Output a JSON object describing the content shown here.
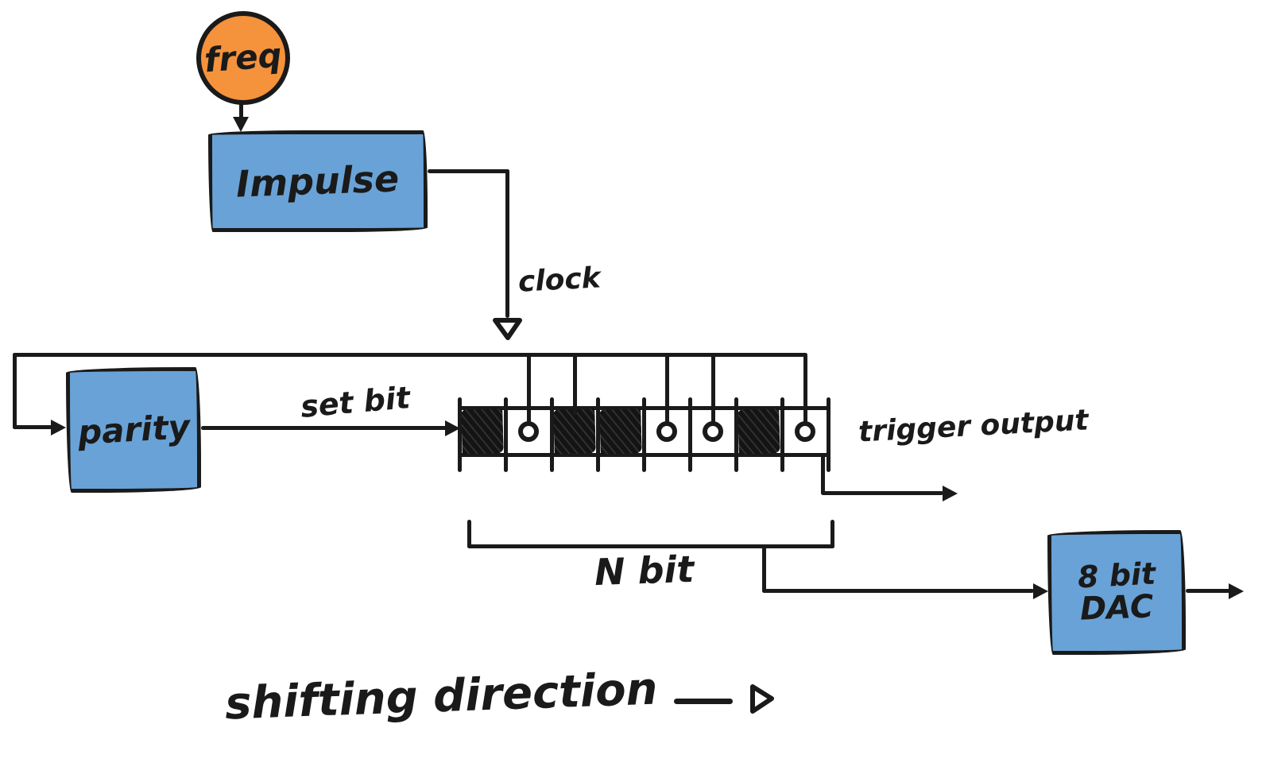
{
  "diagram": {
    "colors": {
      "ink": "#1a1a1a",
      "block_blue": "#69a2d6",
      "block_orange": "#f5923c"
    },
    "nodes": {
      "freq": {
        "label": "freq",
        "fill": "#f5923c"
      },
      "impulse": {
        "label": "Impulse",
        "fill": "#69a2d6"
      },
      "parity": {
        "label": "parity",
        "fill": "#69a2d6"
      },
      "dac": {
        "label_line1": "8 bit",
        "label_line2": "DAC",
        "fill": "#69a2d6"
      }
    },
    "labels": {
      "clock": "clock",
      "set_bit": "set bit",
      "trigger_output": "trigger output",
      "n_bit": "N bit",
      "shifting_direction": "shifting direction"
    },
    "register": {
      "cells": [
        "filled",
        "circle",
        "filled",
        "filled",
        "circle",
        "circle",
        "filled",
        "circle"
      ],
      "clock_tap_cells": [
        2,
        3,
        5,
        6,
        8
      ],
      "cell_count": 8
    }
  }
}
